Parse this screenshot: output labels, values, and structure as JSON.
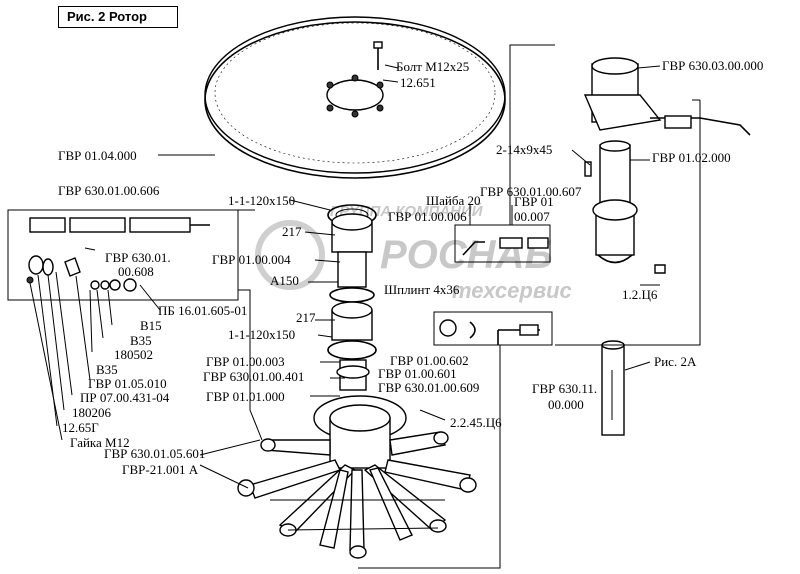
{
  "title": "Рис. 2 Ротор",
  "watermark": {
    "top": "ГРУППА КОМПАНИЙ",
    "brand": "РОСНАБ",
    "bottom": "техсервис"
  },
  "labels": {
    "bolt": "Болт М12х25",
    "n12651": "12.651",
    "gvr_63003": "ГВР 630.03.00.000",
    "gvr_01040": "ГВР 01.04.000",
    "pin_2_14": "2-14х9х45",
    "gvr_01020": "ГВР 01.02.000",
    "gvr_630_606": "ГВР 630.01.00.606",
    "ring_top": "1-1-120х150",
    "gvr_630_607": "ГВР 630.01.00.607",
    "washer20": "Шайба 20",
    "gvr_01006": "ГВР 01.00.006",
    "gvr_01_007_a": "ГВР 01",
    "gvr_01_007_b": "00.007",
    "n217a": "217",
    "gvr_01004": "ГВР 01.00.004",
    "gvr_630_01_a": "ГВР 630.01.",
    "gvr_630_01_b": "00.608",
    "a150": "А150",
    "cotter": "Шплинт 4х36",
    "n12c6": "1.2.Ц6",
    "pb": "ПБ 16.01.605-01",
    "n217b": "217",
    "b15": "В15",
    "b35a": "В35",
    "ring_mid": "1-1-120х150",
    "n180502": "180502",
    "b35b": "В35",
    "gvr_01003": "ГВР 01.00.003",
    "gvr_01602": "ГВР 01.00.602",
    "gvr_630_401": "ГВР 630.01.00.401",
    "gvr_01601": "ГВР 01.00.601",
    "gvr_630_609": "ГВР 630.01.00.609",
    "gvr_01050": "ГВР 01.05.010",
    "pr_07": "ПР 07.00.431-04",
    "gvr_01_01_000": "ГВР 01.01.000",
    "gvr_630_11_a": "ГВР 630.11.",
    "gvr_630_11_b": "00.000",
    "ris2a": "Рис. 2А",
    "n180206": "180206",
    "n265g": "12.65Г",
    "n2245": "2.2.45.Ц6",
    "nut": "Гайка М12",
    "gvr_630_601": "ГВР 630.01.05.601",
    "gvr_21001": "ГВР-21.001 А"
  }
}
